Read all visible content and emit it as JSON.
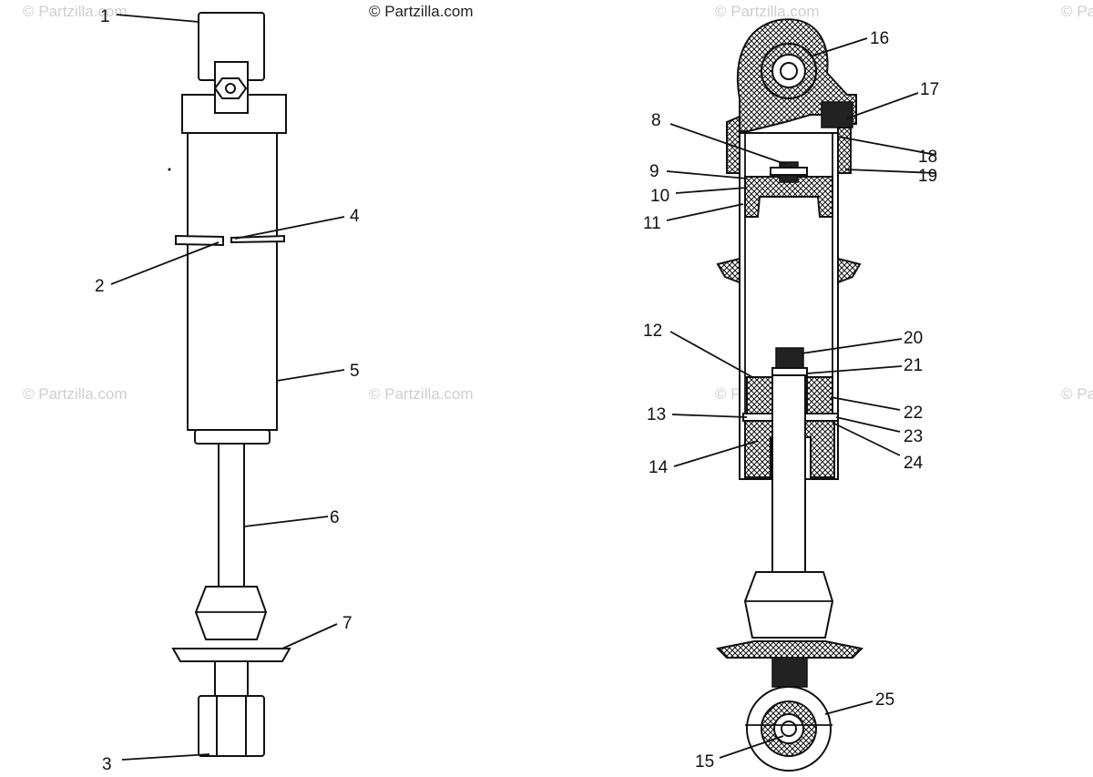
{
  "watermarks": [
    "© Partzilla.com",
    "© Partzilla.com",
    "© Partzilla.com",
    "© Partzilla.com",
    "© Partzilla.com",
    "© Partzilla.com",
    "© Partzilla.com",
    "© Partzilla.com"
  ],
  "callouts": {
    "c1": "1",
    "c2": "2",
    "c3": "3",
    "c4": "4",
    "c5": "5",
    "c6": "6",
    "c7": "7",
    "c8": "8",
    "c9": "9",
    "c10": "10",
    "c11": "11",
    "c12": "12",
    "c13": "13",
    "c14": "14",
    "c15": "15",
    "c16": "16",
    "c17": "17",
    "c18": "18",
    "c19": "19",
    "c20": "20",
    "c21": "21",
    "c22": "22",
    "c23": "23",
    "c24": "24",
    "c25": "25"
  }
}
